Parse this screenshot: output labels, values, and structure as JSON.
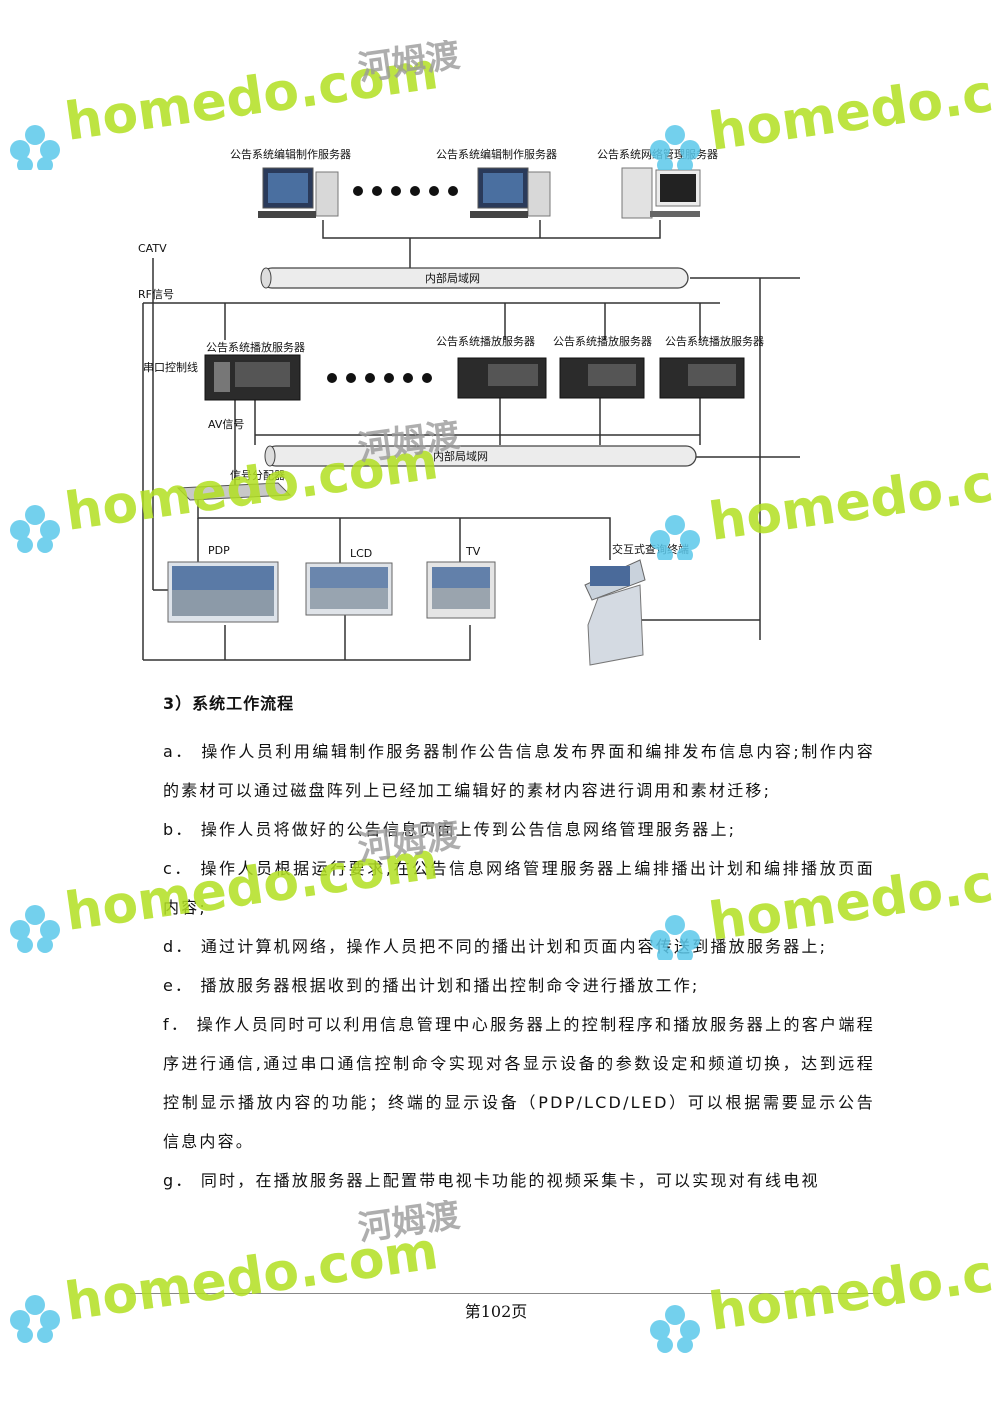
{
  "diagram": {
    "labels": {
      "server_edit_1": "公告系统编辑制作服务器",
      "server_edit_2": "公告系统编辑制作服务器",
      "server_net_mgmt": "公告系统网络管理服务器",
      "catv": "CATV",
      "rf": "RF信号",
      "lan1": "内部局域网",
      "lan2": "内部局域网",
      "serial": "串口控制线",
      "play_1": "公告系统播放服务器",
      "play_2": "公告系统播放服务器",
      "play_3": "公告系统播放服务器",
      "play_4": "公告系统播放服务器",
      "av": "AV信号",
      "splitter": "信号分配器",
      "pdp": "PDP",
      "lcd": "LCD",
      "tv": "TV",
      "kiosk": "交互式查询终端"
    }
  },
  "section": {
    "heading": "3）系统工作流程"
  },
  "paragraphs": [
    "a． 操作人员利用编辑制作服务器制作公告信息发布界面和编排发布信息内容;制作内容的素材可以通过磁盘阵列上已经加工编辑好的素材内容进行调用和素材迁移;",
    "b． 操作人员将做好的公告信息页面上传到公告信息网络管理服务器上;",
    "c． 操作人员根据运行要求,在公告信息网络管理服务器上编排播出计划和编排播放页面内容;",
    "d． 通过计算机网络，操作人员把不同的播出计划和页面内容传送到播放服务器上;",
    "e． 播放服务器根据收到的播出计划和播出控制命令进行播放工作;",
    "f． 操作人员同时可以利用信息管理中心服务器上的控制程序和播放服务器上的客户端程序进行通信,通过串口通信控制命令实现对各显示设备的参数设定和频道切换，达到远程控制显示播放内容的功能；终端的显示设备（PDP/LCD/LED）可以根据需要显示公告信息内容。",
    "g． 同时，在播放服务器上配置带电视卡功能的视频采集卡，可以实现对有线电视"
  ],
  "footer": {
    "page": "第102页"
  },
  "watermark": {
    "text": "homedo.com",
    "cn": "河姆渡"
  },
  "colors": {
    "watermark_green": "#b2e022",
    "watermark_flower": "#5bc8ea"
  }
}
